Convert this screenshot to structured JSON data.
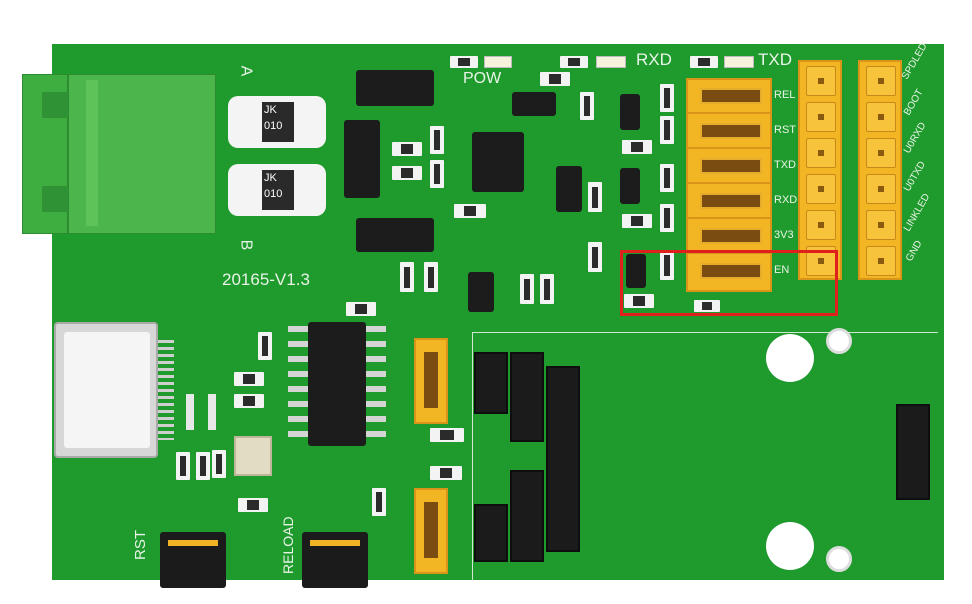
{
  "board": {
    "version": "20165-V1.3",
    "terminal_labels": [
      "A",
      "B"
    ],
    "fuse_labels": [
      {
        "line1": "JK",
        "line2": "010"
      },
      {
        "line1": "JK",
        "line2": "010"
      }
    ],
    "led_labels": [
      "POW",
      "RXD",
      "TXD"
    ],
    "jumper_labels": [
      "REL",
      "RST",
      "TXD",
      "RXD",
      "3V3",
      "EN"
    ],
    "pin_labels": [
      "SPDLED",
      "BOOT",
      "U0RXD",
      "U0TXD",
      "LINKLED",
      "GND"
    ],
    "button_labels": [
      "RST",
      "RELOAD"
    ]
  },
  "highlight": {
    "color": "#e0201c",
    "target": "EN"
  },
  "colors": {
    "pcb": "#1f9a2c",
    "terminal": "#4cb64c",
    "header_yellow": "#f2b524",
    "silkscreen": "#e9f4e9"
  }
}
